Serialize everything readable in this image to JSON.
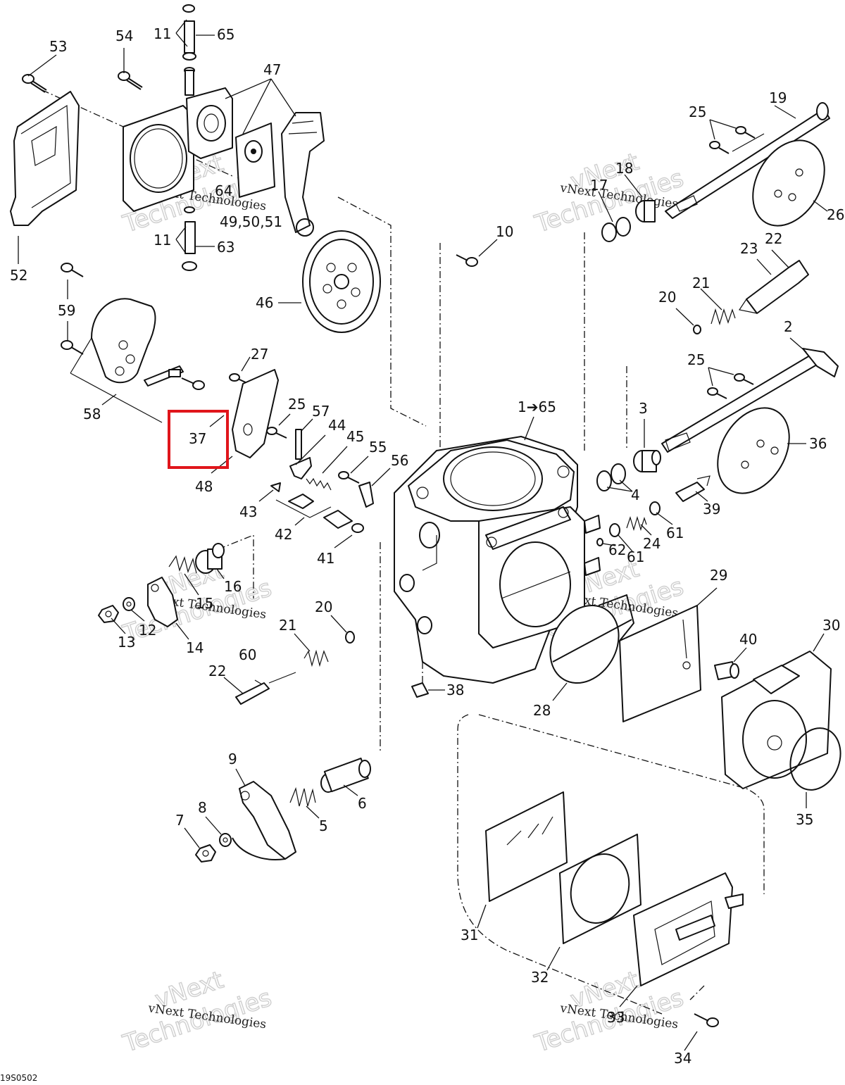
{
  "diagram": {
    "drawing_code": "19S0502",
    "highlight_color": "#e0151b",
    "highlighted_part": "37",
    "watermark": {
      "line1": "vNext Technologies",
      "line2_stroke": "vNext",
      "line3_stroke": "Technologies"
    },
    "callouts": [
      "53",
      "54",
      "11",
      "65",
      "47",
      "64",
      "49,50,51",
      "11",
      "63",
      "52",
      "59",
      "58",
      "27",
      "37",
      "48",
      "25",
      "57",
      "44",
      "45",
      "55",
      "56",
      "43",
      "42",
      "41",
      "46",
      "10",
      "1➔65",
      "18",
      "17",
      "19",
      "25",
      "26",
      "22",
      "23",
      "21",
      "20",
      "2",
      "25",
      "3",
      "36",
      "4",
      "39",
      "24",
      "61",
      "61",
      "62",
      "29",
      "30",
      "40",
      "28",
      "35",
      "38",
      "16",
      "15",
      "12",
      "13",
      "14",
      "20",
      "21",
      "22",
      "60",
      "9",
      "8",
      "7",
      "5",
      "6",
      "31",
      "32",
      "33",
      "34"
    ]
  }
}
